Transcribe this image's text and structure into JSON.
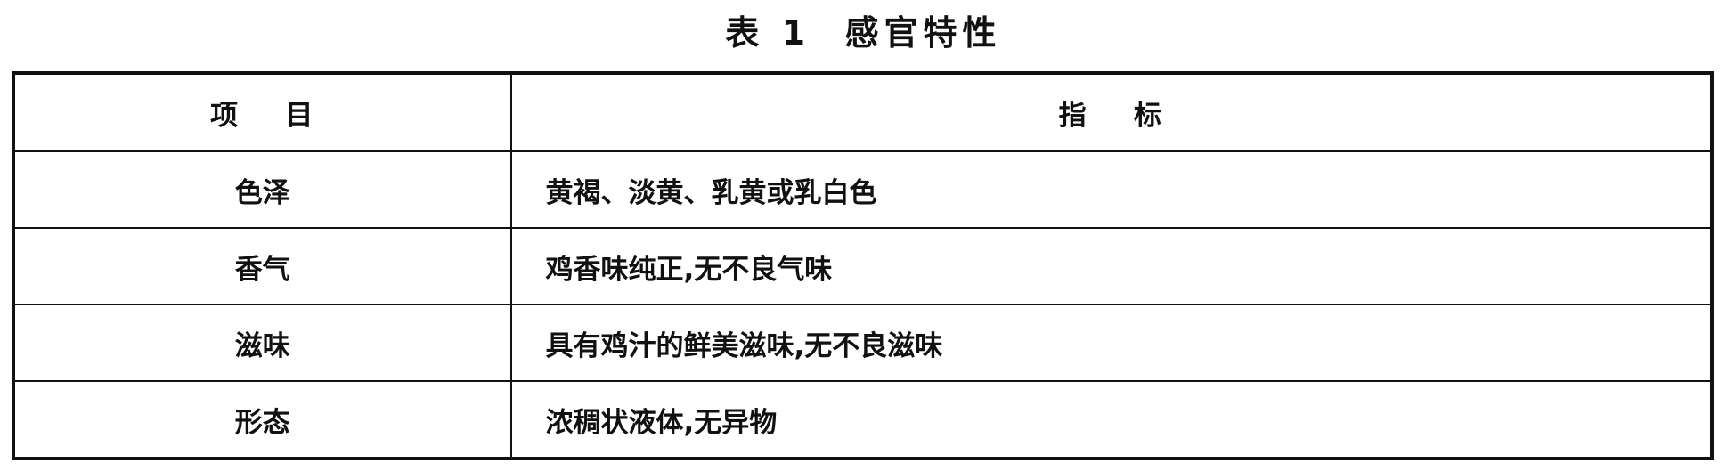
{
  "table": {
    "caption": "表 1  感官特性",
    "headers": [
      "项    目",
      "指    标"
    ],
    "rows": [
      {
        "item": "色泽",
        "value": "黄褐、淡黄、乳黄或乳白色"
      },
      {
        "item": "香气",
        "value": "鸡香味纯正,无不良气味"
      },
      {
        "item": "滋味",
        "value": "具有鸡汁的鲜美滋味,无不良滋味"
      },
      {
        "item": "形态",
        "value": "浓稠状液体,无异物"
      }
    ]
  }
}
